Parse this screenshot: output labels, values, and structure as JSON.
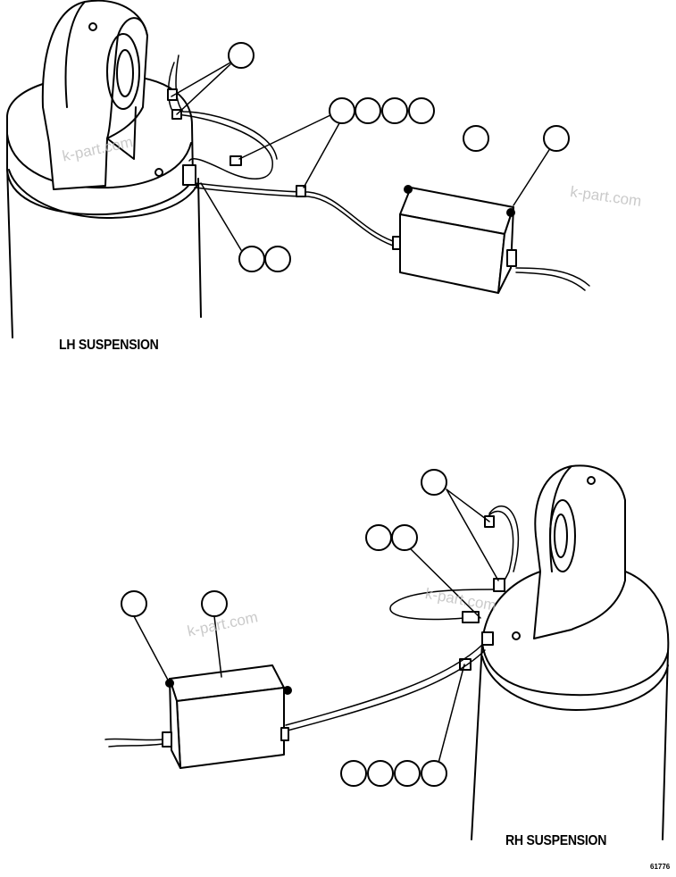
{
  "labels": {
    "lh_suspension": "LH SUSPENSION",
    "rh_suspension": "RH SUSPENSION",
    "figure_number": "61776"
  },
  "watermark": "k-part.com",
  "colors": {
    "line": "#000000",
    "fill": "#ffffff",
    "watermark": "#b9b9b9"
  }
}
